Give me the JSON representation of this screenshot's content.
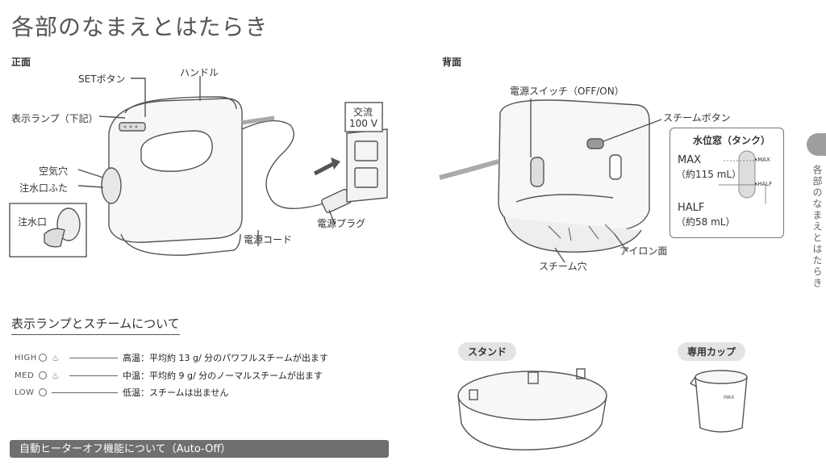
{
  "title": "各部のなまえとはたらき",
  "side_label": "各部のなまえとはたらき",
  "front": {
    "heading": "正面",
    "labels": {
      "set_button": "SETボタン",
      "handle": "ハンドル",
      "display_lamp": "表示ランプ（下記）",
      "air_hole": "空気穴",
      "inlet_cap": "注水口ふた",
      "inlet": "注水口",
      "power_cord": "電源コード",
      "plug": "電源プラグ",
      "ac_line1": "交流",
      "ac_line2": "100 V"
    }
  },
  "back": {
    "heading": "背面",
    "labels": {
      "power_switch": "電源スイッチ（OFF/ON）",
      "steam_button": "スチームボタン",
      "iron_face": "アイロン面",
      "steam_holes": "スチーム穴"
    },
    "water_level": {
      "title": "水位窓（タンク）",
      "max_label": "MAX",
      "max_volume": "（約115 mL）",
      "half_label": "HALF",
      "half_volume": "（約58 mL）",
      "gauge_max": "•MAX",
      "gauge_half": "•HALF"
    }
  },
  "lamps": {
    "heading": "表示ランプとスチームについて",
    "rows": [
      {
        "name": "HIGH",
        "desc": "高温：平均約 13 g/ 分のパワフルスチームが出ます"
      },
      {
        "name": "MED",
        "desc": "中温：平均約 9 g/ 分のノーマルスチームが出ます"
      },
      {
        "name": "LOW",
        "desc": "低温：スチームは出ません"
      }
    ]
  },
  "auto_off": {
    "heading": "自動ヒーターオフ機能について（Auto-Off）"
  },
  "accessories": {
    "stand": "スタンド",
    "cup": "専用カップ",
    "cup_mark": "MAX"
  }
}
